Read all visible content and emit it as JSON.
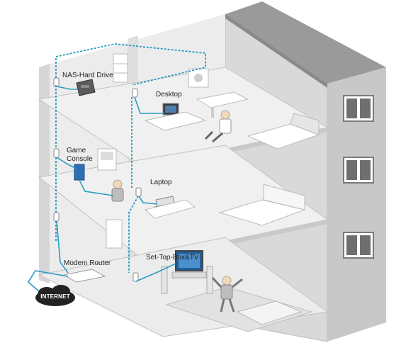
{
  "labels": {
    "nas": "NAS-Hard Drive",
    "desktop": "Desktop",
    "game_console": "Game Console",
    "laptop": "Laptop",
    "modem_router": "Modem Router",
    "set_top_box": "Set-Top-Box&TV",
    "internet": "INTERNET"
  },
  "colors": {
    "cable": "#2a9bc4",
    "wall_light": "#e4e4e4",
    "wall_mid": "#d2d2d2",
    "wall_dark": "#bdbdbd",
    "roof": "#9c9c9c",
    "floor": "#f2f2f2",
    "window": "#6f6f6f",
    "internet_cloud": "#222222"
  },
  "icons": [
    "power-plug-adapter-icon",
    "nas-drive-icon",
    "desktop-computer-icon",
    "game-console-icon",
    "laptop-icon",
    "modem-router-icon",
    "tv-icon",
    "internet-cloud-icon"
  ]
}
